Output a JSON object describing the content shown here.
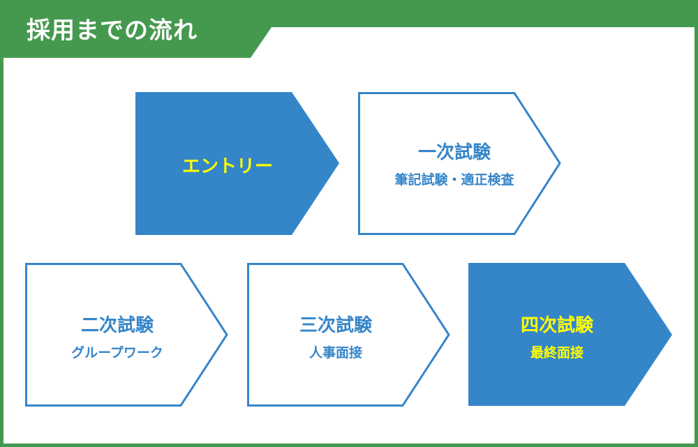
{
  "title": "採用までの流れ",
  "colors": {
    "green": "#45994f",
    "blue": "#3585c9",
    "highlight": "#ffff00"
  },
  "steps": [
    {
      "main": "エントリー",
      "sub": "",
      "filled": true
    },
    {
      "main": "一次試験",
      "sub": "筆記試験・適正検査",
      "filled": false
    },
    {
      "main": "二次試験",
      "sub": "グループワーク",
      "filled": false
    },
    {
      "main": "三次試験",
      "sub": "人事面接",
      "filled": false
    },
    {
      "main": "四次試験",
      "sub": "最終面接",
      "filled": true
    }
  ]
}
